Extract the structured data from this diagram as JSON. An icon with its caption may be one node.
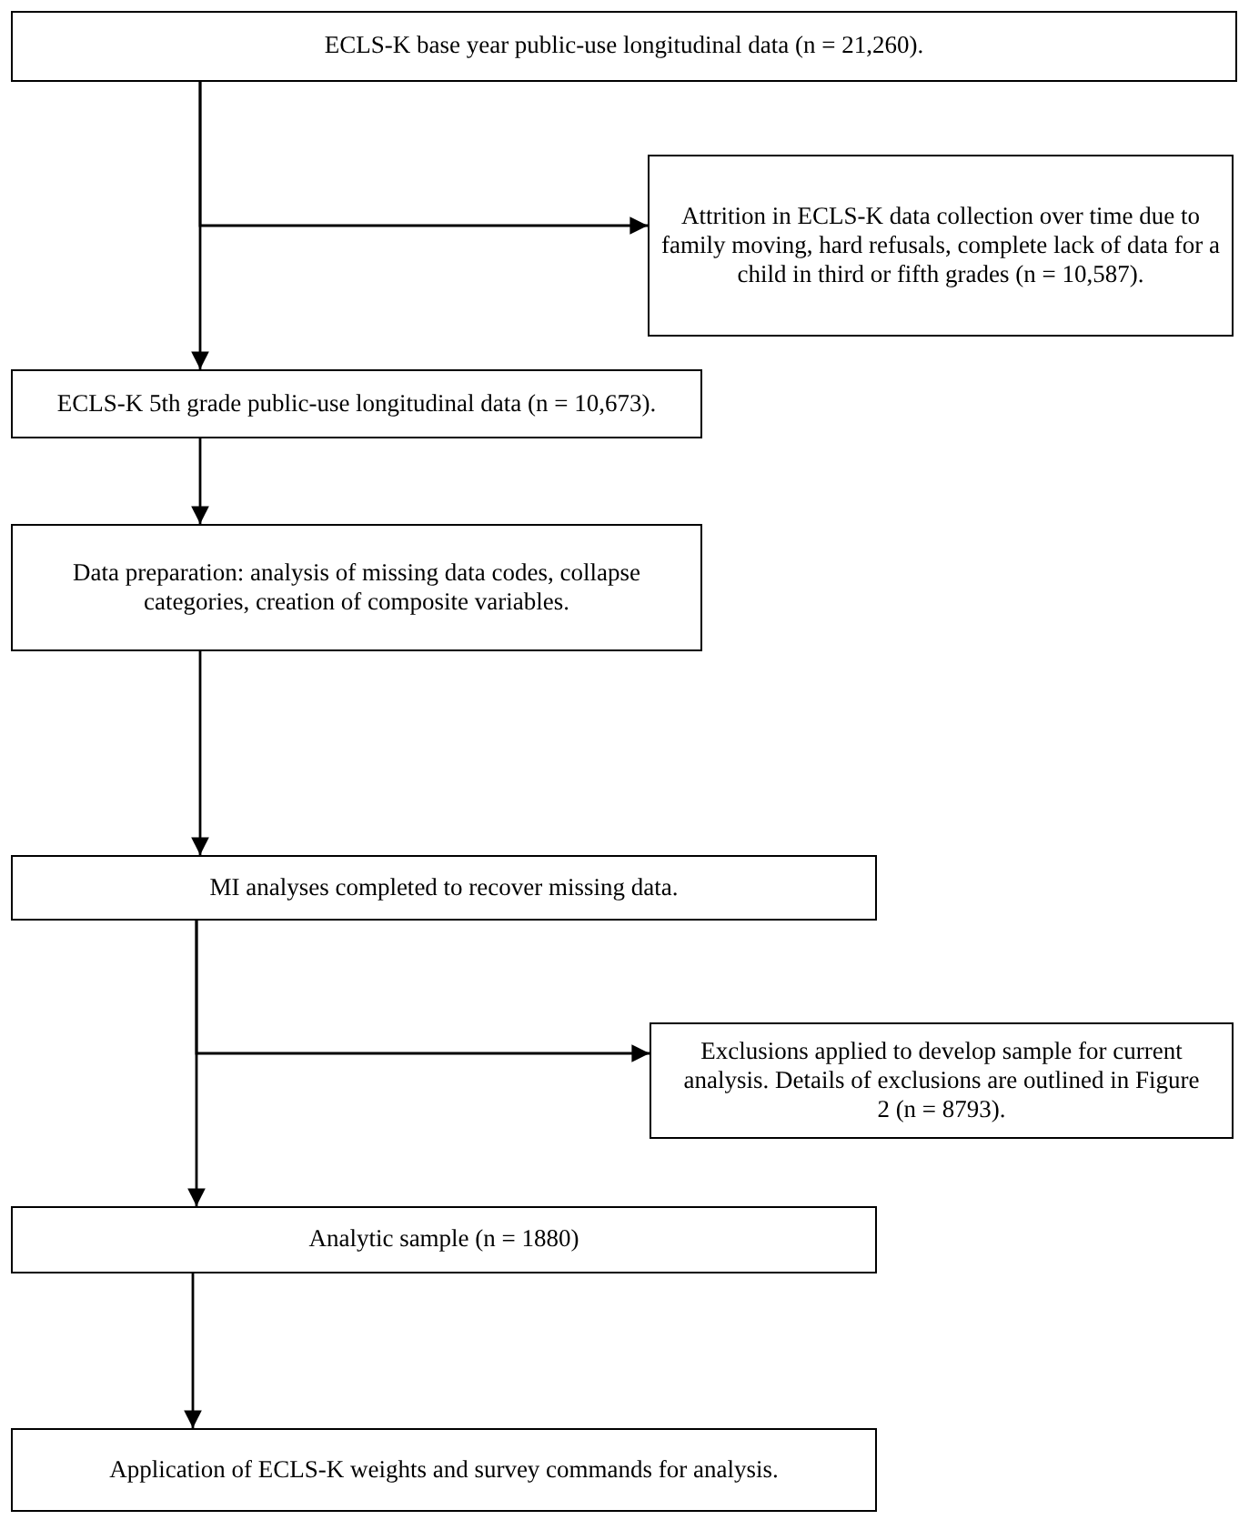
{
  "diagram": {
    "nodes": [
      {
        "text": [
          "ECLS-K base year public-use longitudinal data (n = 21,260)."
        ]
      },
      {
        "text": [
          "Attrition in ECLS-K data collection over time due to family moving, hard refusals, complete lack of data for a child in third or fifth grades (n = 10,587)."
        ]
      },
      {
        "text": [
          "ECLS-K 5th grade public-use longitudinal data (n = 10,673)."
        ]
      },
      {
        "text": [
          "Data preparation: analysis of missing data codes, collapse categories, creation of composite variables."
        ]
      },
      {
        "text": [
          "MI analyses completed to recover missing data."
        ]
      },
      {
        "text": [
          "Exclusions applied to develop sample for current analysis. Details of exclusions are outlined in Figure 2 (n = 8793)."
        ]
      },
      {
        "text": [
          "Analytic sample (n = 1880)"
        ]
      },
      {
        "text": [
          "Application of ECLS-K weights and survey commands for analysis."
        ]
      }
    ],
    "edges": [
      {
        "from": 0,
        "to": 2,
        "arrow": "to"
      },
      {
        "from": 0,
        "to": 1,
        "arrow": "to"
      },
      {
        "from": 2,
        "to": 3,
        "arrow": "to"
      },
      {
        "from": 3,
        "to": 4,
        "arrow": "to"
      },
      {
        "from": 4,
        "to": 6,
        "arrow": "to"
      },
      {
        "from": 4,
        "to": 5,
        "arrow": "to"
      },
      {
        "from": 6,
        "to": 7,
        "arrow": "to"
      }
    ]
  }
}
